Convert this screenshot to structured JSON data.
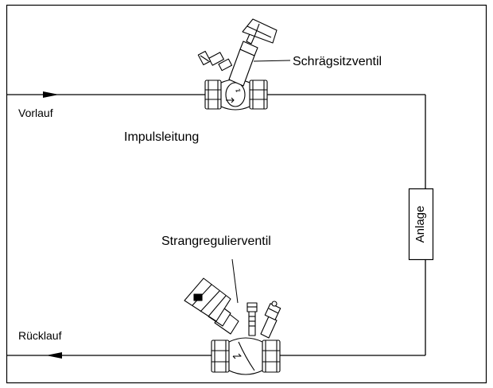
{
  "labels": {
    "supply": "Vorlauf",
    "return": "Rücklauf",
    "impulse_line": "Impulsleitung",
    "angle_seat_valve": "Schrägsitzventil",
    "balancing_valve": "Strangregulierventil",
    "system": "Anlage"
  }
}
